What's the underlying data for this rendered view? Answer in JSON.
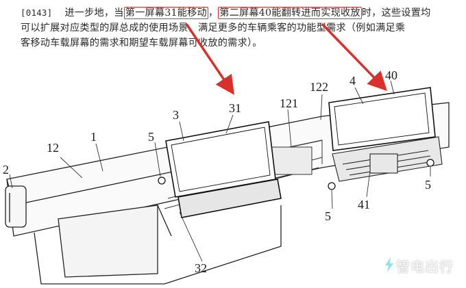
{
  "paragraph": {
    "number": "[0143]",
    "lines": [
      {
        "pre": "进一步地，当",
        "hl1": "第一屏幕31能移动",
        "mid": "，",
        "hl2": "第二屏幕40能翻转进而实现收放",
        "post": "时，这些设置均"
      },
      {
        "text": "可以扩展对应类型的屏总成的使用场景，满足更多的车辆乘客的功能型需求（例如满足乘"
      },
      {
        "text": "客移动车载屏幕的需求和期望车载屏幕可收放的需求）。"
      }
    ]
  },
  "labels": {
    "l2": "2",
    "l12": "12",
    "l1": "1",
    "l5a": "5",
    "l3": "3",
    "l31": "31",
    "l121": "121",
    "l122": "122",
    "l4": "4",
    "l40": "40",
    "l5b": "5",
    "l41": "41",
    "l5c": "5",
    "l32": "32"
  },
  "watermark": {
    "text": "智电出行",
    "icon": "lightning-bolt-icon"
  },
  "colors": {
    "highlight": "#d9302c",
    "arrow": "#d9302c"
  }
}
